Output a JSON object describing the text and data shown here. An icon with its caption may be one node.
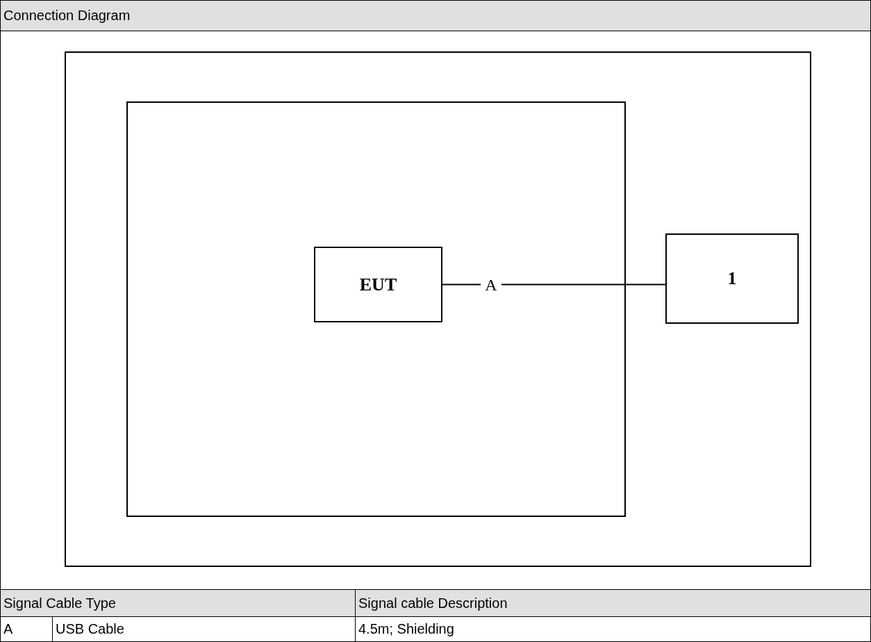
{
  "diagram": {
    "title": "Connection Diagram",
    "nodes": [
      {
        "text": [],
        "shape": "box"
      },
      {
        "text": [],
        "shape": "box",
        "in": 0
      },
      {
        "text": [
          "EUT"
        ],
        "in": 1
      },
      {
        "text": [
          "1"
        ],
        "in": 0
      }
    ],
    "edges": [
      {
        "from": 2,
        "to": 3,
        "arrow": "none",
        "label": "A"
      }
    ],
    "labels": [
      "Signal Cable Type",
      "Signal cable Description",
      "A",
      "USB Cable",
      "4.5m; Shielding"
    ]
  }
}
